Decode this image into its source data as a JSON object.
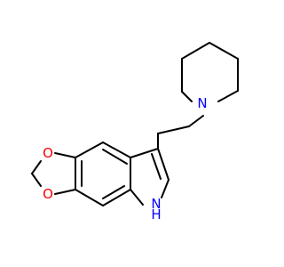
{
  "molecule": {
    "atoms": {
      "piperidine_n": {
        "label": "N",
        "color": "#0000ff"
      },
      "indole_nh": {
        "label": "H",
        "color": "#0000ff"
      },
      "indole_n": {
        "label": "N",
        "color": "#0000ff"
      },
      "dioxole_o_upper": {
        "label": "O",
        "color": "#ff0000"
      },
      "dioxole_o_lower": {
        "label": "O",
        "color": "#ff0000"
      }
    },
    "bond_color": "#000000"
  }
}
